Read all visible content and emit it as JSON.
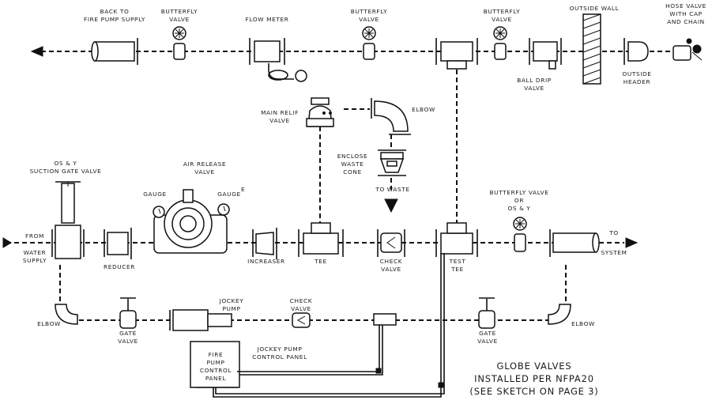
{
  "labels": {
    "back_to_fire_pump_supply": [
      "BACK TO",
      "FIRE PUMP SUPPLY"
    ],
    "butterfly_valve_1": [
      "BUTTERFLY",
      "VALVE"
    ],
    "flow_meter": "FLOW METER",
    "butterfly_valve_2": [
      "BUTTERFLY",
      "VALVE"
    ],
    "butterfly_valve_3": [
      "BUTTERFLY",
      "VALVE"
    ],
    "outside_wall": "OUTSIDE WALL",
    "hose_valve": [
      "HOSE VALVE",
      "WITH CAP",
      "AND CHAIN"
    ],
    "ball_drip_valve": [
      "BALL DRIP",
      "VALVE"
    ],
    "outside_header": [
      "OUTSIDE",
      "HEADER"
    ],
    "main_relief_valve": [
      "MAIN RELIF",
      "VALVE"
    ],
    "elbow_top": "ELBOW",
    "enclose_waste_cone": [
      "ENCLOSE",
      "WASTE",
      "CONE"
    ],
    "to_waste": "TO WASTE",
    "os_y_suction": [
      "OS & Y",
      "SUCTION GATE VALVE"
    ],
    "air_release_valve": [
      "AIR RELEASE",
      "VALVE"
    ],
    "gauge_left": "GAUGE",
    "gauge_right": "GAUGE",
    "gauge_right_sup": "E",
    "butterfly_os_y": [
      "BUTTERFLY VALVE",
      "OR",
      "OS & Y"
    ],
    "from_water_supply": [
      "FROM",
      "WATER",
      "SUPPLY"
    ],
    "reducer": "REDUCER",
    "increaser": "INCREASER",
    "tee": "TEE",
    "check_valve_main": [
      "CHECK",
      "VALVE"
    ],
    "test_tee": [
      "TEST",
      "TEE"
    ],
    "to_system": [
      "TO",
      "SYSTEM"
    ],
    "elbow_left": "ELBOW",
    "gate_valve_left": [
      "GATE",
      "VALVE"
    ],
    "jockey_pump": [
      "JOCKEY",
      "PUMP"
    ],
    "check_valve_jockey": [
      "CHECK",
      "VALVE"
    ],
    "gate_valve_right": [
      "GATE",
      "VALVE"
    ],
    "elbow_right": "ELBOW",
    "fire_pump_control_panel": [
      "FIRE",
      "PUMP",
      "CONTROL",
      "PANEL"
    ],
    "jockey_pump_control_panel": [
      "JOCKEY PUMP",
      "CONTROL PANEL"
    ],
    "globe_note": [
      "GLOBE VALVES",
      "INSTALLED PER NFPA20",
      "(SEE SKETCH ON PAGE 3)"
    ]
  }
}
